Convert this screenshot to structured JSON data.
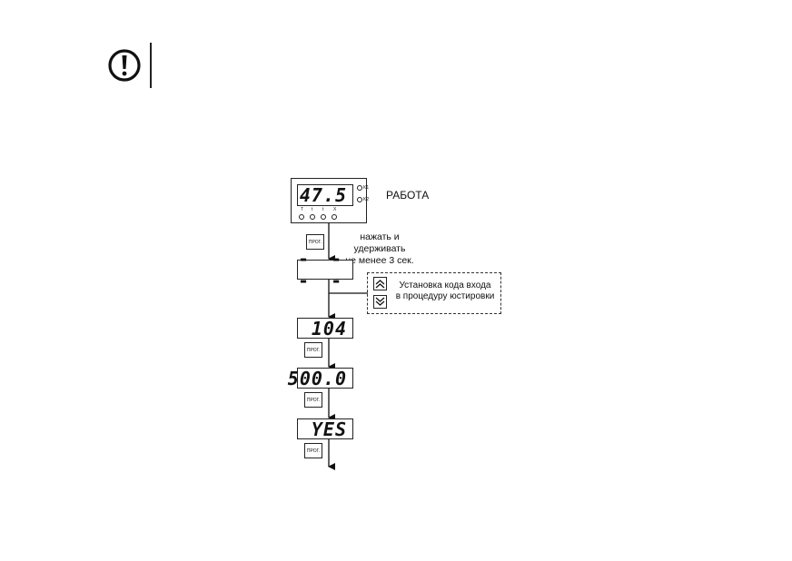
{
  "device": {
    "display_value": "47.5",
    "led_labels": [
      "T",
      "t",
      "t",
      "X"
    ],
    "k_labels": [
      "K1",
      "K2"
    ],
    "state_label": "РАБОТА"
  },
  "prog_button_label": "ПРОГ.",
  "hold_instruction": [
    "нажать и удерживать",
    "не менее 3 сек."
  ],
  "displays": {
    "dashes": "- - - -",
    "code": "104",
    "value": "500.0",
    "confirm": "YES"
  },
  "code_entry_box": {
    "text": [
      "Установка кода входа",
      "в процедуру юстировки"
    ],
    "up_icon": "double-chevron-up-icon",
    "down_icon": "double-chevron-down-icon"
  },
  "warning_icon": "exclamation-circle-icon"
}
